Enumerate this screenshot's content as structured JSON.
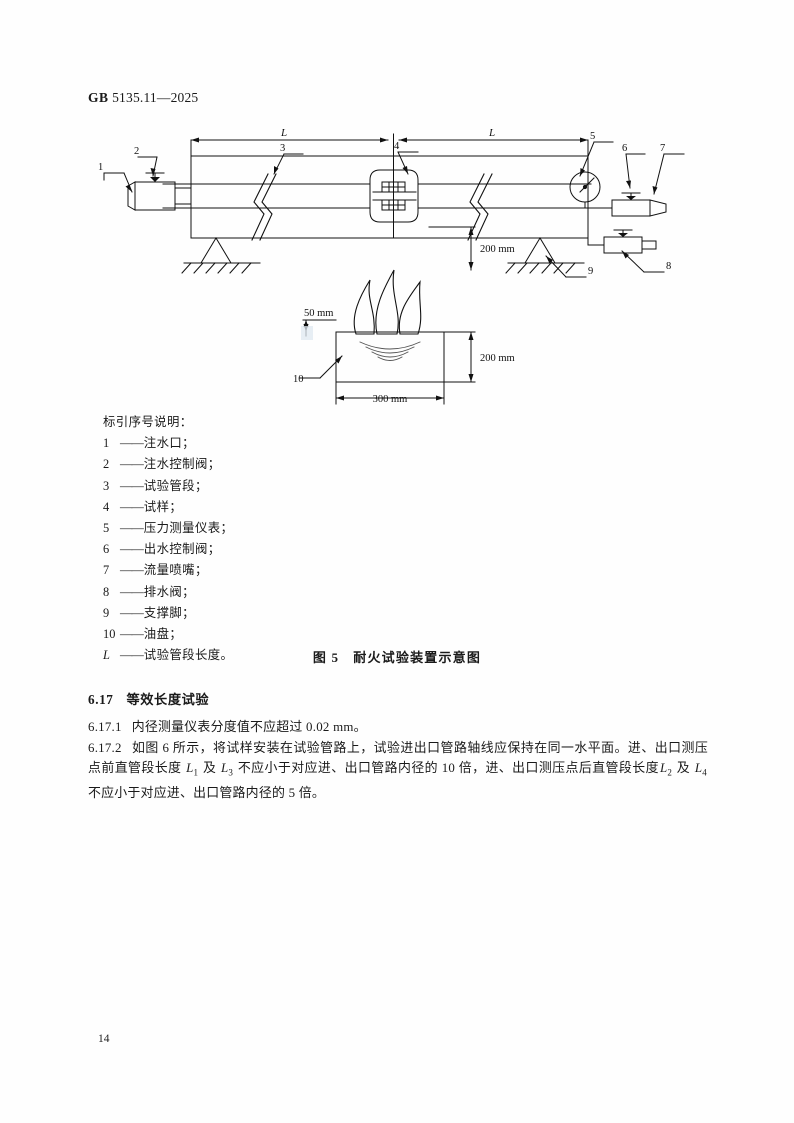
{
  "header": {
    "standard_prefix": "GB",
    "standard_number": "5135.11—2025"
  },
  "figure": {
    "caption_label": "图 5",
    "caption_title": "耐火试验装置示意图",
    "dimension_labels": {
      "length_left": "L",
      "length_right": "L",
      "flame_height": "200  mm",
      "pan_offset": "50  mm",
      "pan_height": "200  mm",
      "pan_width": "300  mm"
    },
    "callouts": [
      "1",
      "2",
      "3",
      "4",
      "5",
      "6",
      "7",
      "8",
      "9",
      "10"
    ],
    "legend_title": "标引序号说明：",
    "legend_items": [
      {
        "num": "1",
        "dash": "——",
        "label": "注水口；"
      },
      {
        "num": "2",
        "dash": "——",
        "label": "注水控制阀；"
      },
      {
        "num": "3",
        "dash": "——",
        "label": "试验管段；"
      },
      {
        "num": "4",
        "dash": "——",
        "label": "试样；"
      },
      {
        "num": "5",
        "dash": "——",
        "label": "压力测量仪表；"
      },
      {
        "num": "6",
        "dash": "——",
        "label": "出水控制阀；"
      },
      {
        "num": "7",
        "dash": "——",
        "label": "流量喷嘴；"
      },
      {
        "num": "8",
        "dash": "——",
        "label": "排水阀；"
      },
      {
        "num": "9",
        "dash": "——",
        "label": "支撑脚；"
      },
      {
        "num": "10",
        "dash": "——",
        "label": "油盘；"
      },
      {
        "num": "L",
        "dash": "——",
        "label": "试验管段长度。",
        "italic": true
      }
    ]
  },
  "section": {
    "number": "6.17",
    "title": "等效长度试验"
  },
  "paragraphs": [
    {
      "number": "6.17.1",
      "text": "内径测量仪表分度值不应超过 0.02 mm。"
    },
    {
      "number": "6.17.2",
      "text_part_1": "如图 6 所示，将试样安装在试验管路上，试验进出口管路轴线应保持在同一水平面。进、出口测压点前直管段长度 ",
      "var_1": "L",
      "sub_1": "1",
      "text_part_2": " 及 ",
      "var_2": "L",
      "sub_2": "3",
      "text_part_3": " 不应小于对应进、出口管路内径的 10 倍，进、出口测压点后直管段长度",
      "var_3": "L",
      "sub_3": "2",
      "text_part_4": " 及 ",
      "var_4": "L",
      "sub_4": "4",
      "text_part_5": " 不应小于对应进、出口管路内径的 5 倍。"
    }
  ],
  "footer": {
    "page_number": "14"
  }
}
